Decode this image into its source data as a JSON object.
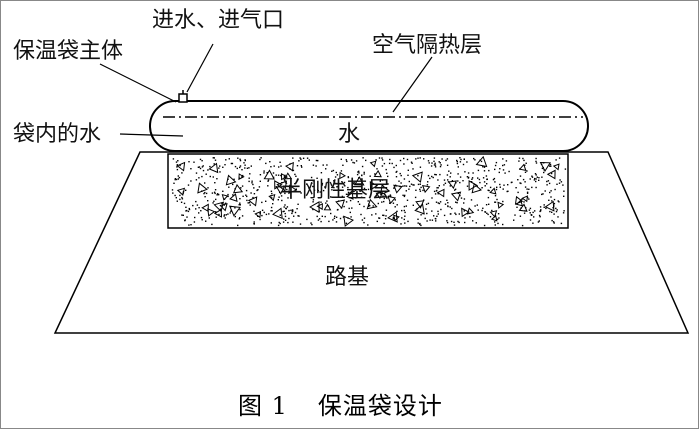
{
  "labels": {
    "inlet": "进水、进气口",
    "bag_body": "保温袋主体",
    "air_layer": "空气隔热层",
    "bag_water": "袋内的水",
    "water": "水",
    "base_layer": "半刚性基层",
    "subgrade": "路基"
  },
  "caption": {
    "number": "图 1",
    "title": "保温袋设计"
  }
}
